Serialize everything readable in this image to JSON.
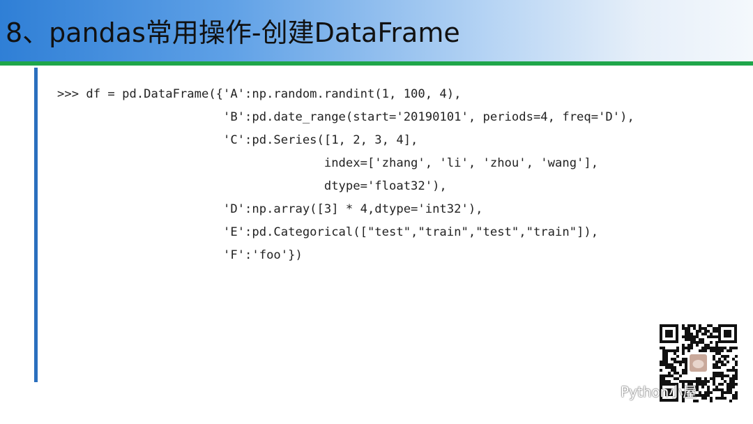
{
  "slide": {
    "title": "8、pandas常用操作-创建DataFrame",
    "code_lines": [
      ">>> df = pd.DataFrame({'A':np.random.randint(1, 100, 4),",
      "                       'B':pd.date_range(start='20190101', periods=4, freq='D'),",
      "                       'C':pd.Series([1, 2, 3, 4],",
      "                                     index=['zhang', 'li', 'zhou', 'wang'],",
      "                                     dtype='float32'),",
      "                       'D':np.array([3] * 4,dtype='int32'),",
      "                       'E':pd.Categorical([\"test\",\"train\",\"test\",\"train\"]),",
      "                       'F':'foo'})"
    ]
  },
  "watermark": {
    "text": "Python小屋",
    "icon": "wechat-icon"
  },
  "colors": {
    "title_bar_start": "#2f7fd6",
    "title_bar_end": "#f4f8fc",
    "green_rule": "#1fa64a",
    "left_bar": "#2a6fbe"
  }
}
